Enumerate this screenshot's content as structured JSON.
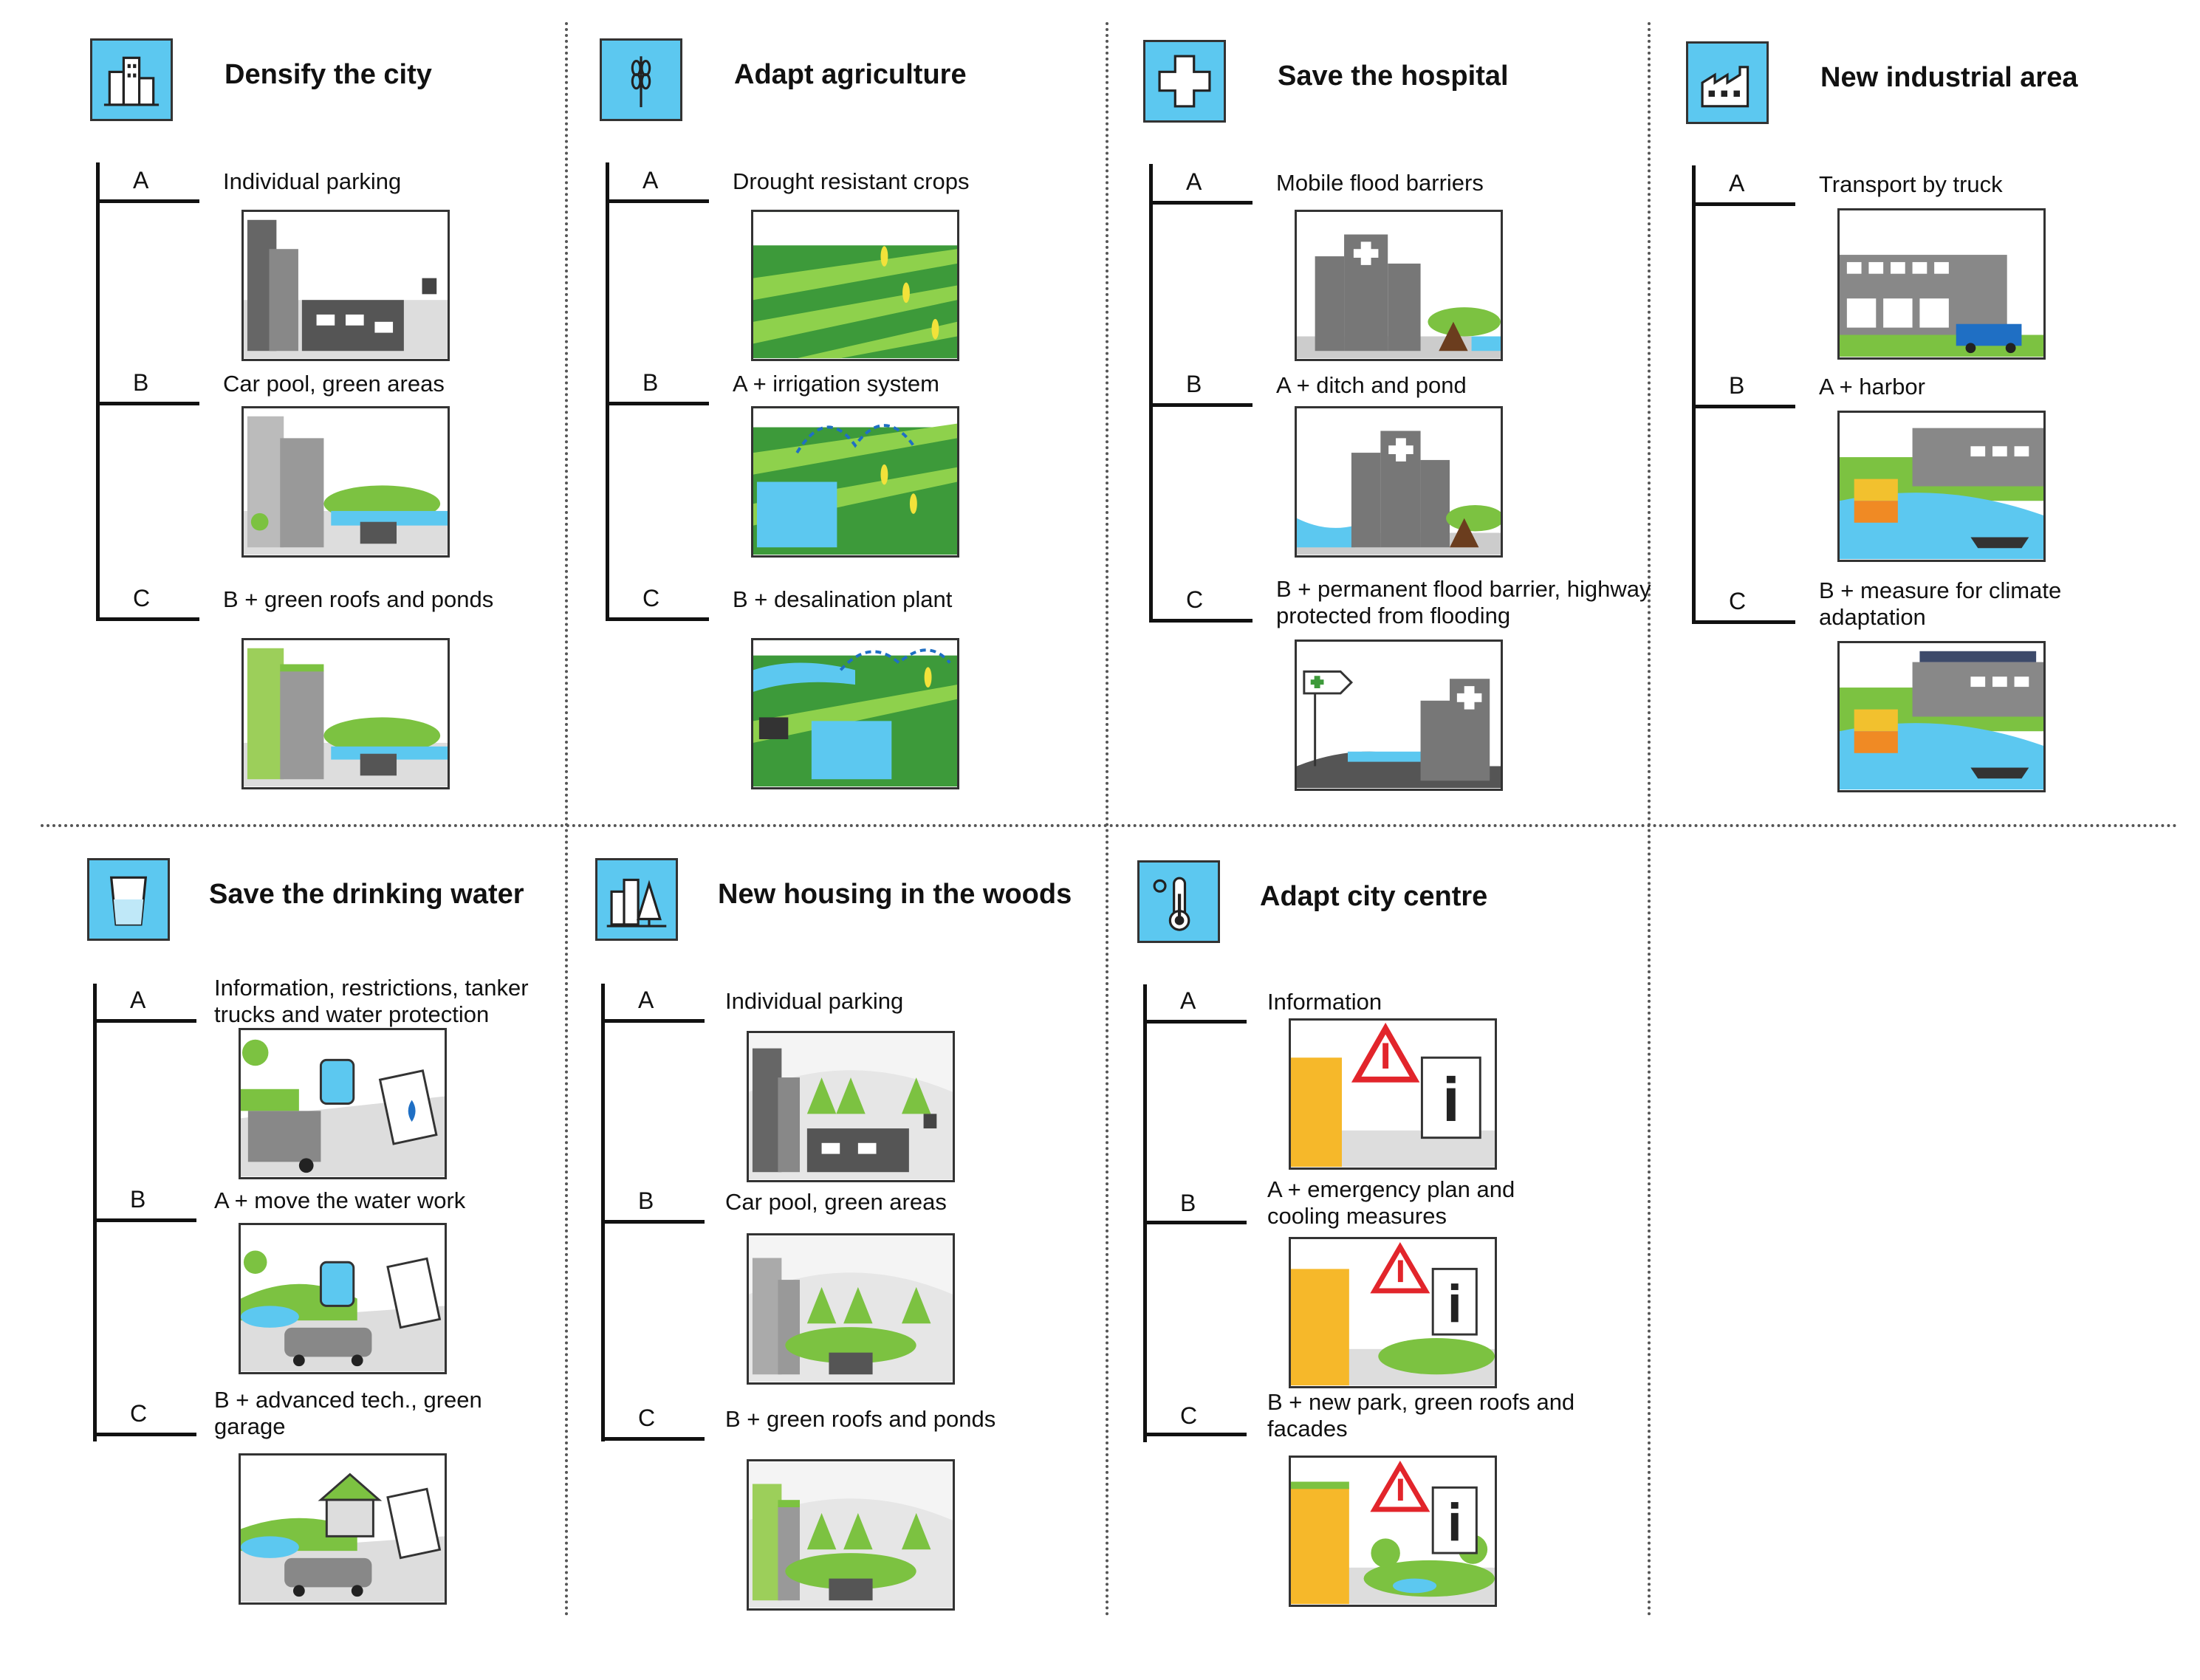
{
  "panels": [
    {
      "title": "Densify the city",
      "icon": "city-buildings-icon",
      "options": [
        {
          "letter": "A",
          "label": "Individual parking"
        },
        {
          "letter": "B",
          "label": "Car pool, green areas"
        },
        {
          "letter": "C",
          "label": "B + green roofs and ponds"
        }
      ]
    },
    {
      "title": "Adapt agriculture",
      "icon": "wheat-icon",
      "options": [
        {
          "letter": "A",
          "label": "Drought resistant crops"
        },
        {
          "letter": "B",
          "label": "A + irrigation system"
        },
        {
          "letter": "C",
          "label": "B + desalination plant"
        }
      ]
    },
    {
      "title": "Save the hospital",
      "icon": "medical-cross-icon",
      "options": [
        {
          "letter": "A",
          "label": "Mobile flood barriers"
        },
        {
          "letter": "B",
          "label": "A + ditch and pond"
        },
        {
          "letter": "C",
          "label": "B + permanent flood barrier, highway protected from flooding"
        }
      ]
    },
    {
      "title": "New industrial area",
      "icon": "factory-icon",
      "options": [
        {
          "letter": "A",
          "label": "Transport by truck"
        },
        {
          "letter": "B",
          "label": "A + harbor"
        },
        {
          "letter": "C",
          "label": "B + measure for climate adaptation"
        }
      ]
    },
    {
      "title": "Save the drinking water",
      "icon": "water-glass-icon",
      "options": [
        {
          "letter": "A",
          "label": "Information, restrictions, tanker trucks and water protection"
        },
        {
          "letter": "B",
          "label": "A + move the water work"
        },
        {
          "letter": "C",
          "label": "B + advanced tech., green garage"
        }
      ]
    },
    {
      "title": "New housing in the woods",
      "icon": "housing-trees-icon",
      "options": [
        {
          "letter": "A",
          "label": "Individual parking"
        },
        {
          "letter": "B",
          "label": "Car pool, green areas"
        },
        {
          "letter": "C",
          "label": "B + green roofs and ponds"
        }
      ]
    },
    {
      "title": "Adapt city centre",
      "icon": "thermometer-sun-icon",
      "options": [
        {
          "letter": "A",
          "label": "Information"
        },
        {
          "letter": "B",
          "label": "A + emergency plan and cooling measures"
        },
        {
          "letter": "C",
          "label": "B + new park, green roofs and facades"
        }
      ]
    }
  ],
  "colors": {
    "icon_bg": "#5cc8f0",
    "green": "#7cc241",
    "dark_green": "#3d9a3a",
    "water": "#5cc8f0",
    "grey_building": "#7a7a7a",
    "yellow_building": "#f6b82a",
    "warning_red": "#e2252b",
    "truck_blue": "#1f6fc4",
    "container_orange": "#f08a24"
  }
}
